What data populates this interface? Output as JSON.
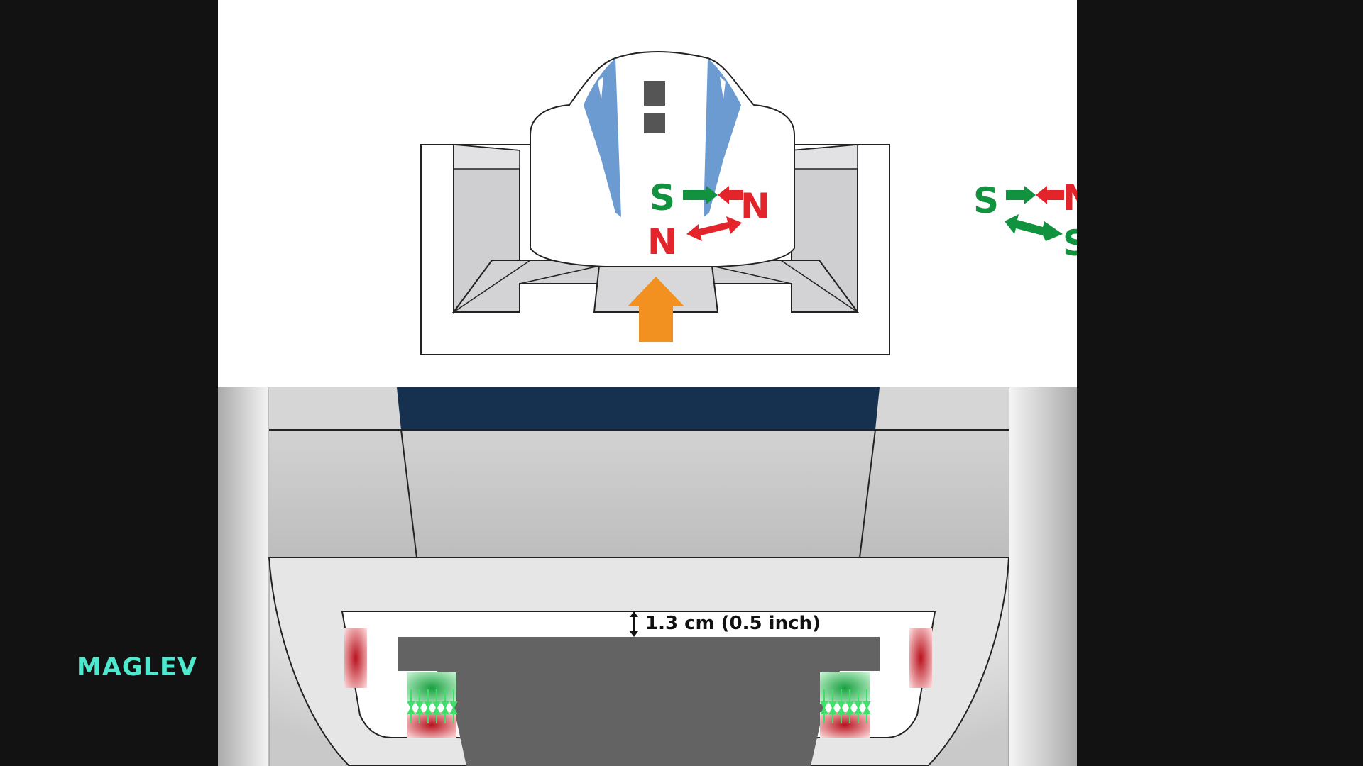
{
  "caption": {
    "text": "MAGLEV",
    "color": "#4de8cd"
  },
  "top_diagram": {
    "poles_left": {
      "upper_left": "S",
      "upper_right": "N",
      "lower_left": "N"
    },
    "poles_right": {
      "upper_left": "S",
      "upper_right": "N",
      "lower_right": "S"
    },
    "colors": {
      "south": "#10923f",
      "north": "#e3242b",
      "lift_arrow": "#f39120",
      "window": "#6b9bd0"
    }
  },
  "bottom_diagram": {
    "gap_label": "1.3 cm (0.5 inch)",
    "colors": {
      "roof": "#16304f",
      "magnet_green": "#27c04f",
      "magnet_red": "#c3222e",
      "rail": "#636363"
    }
  }
}
